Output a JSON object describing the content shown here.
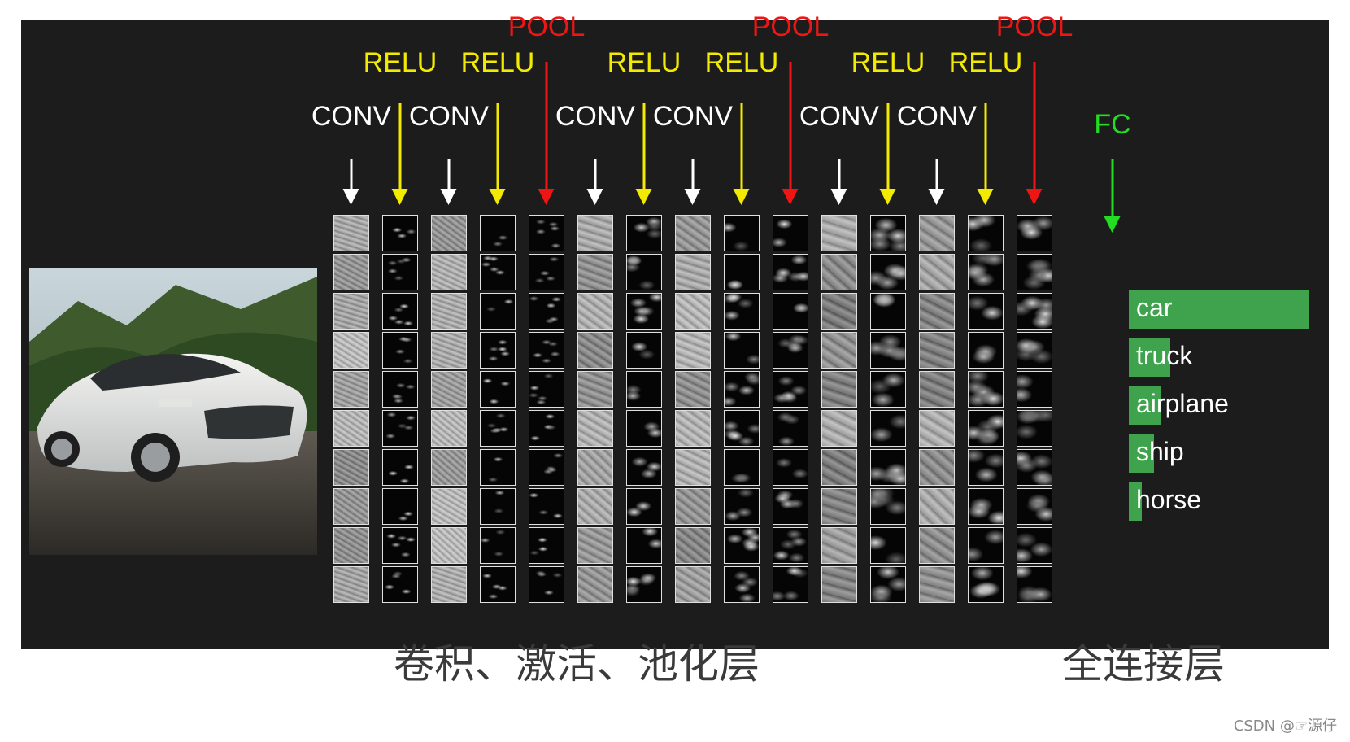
{
  "labels": {
    "conv": "CONV",
    "relu": "RELU",
    "pool": "POOL",
    "fc": "FC"
  },
  "pipeline": [
    {
      "type": "conv"
    },
    {
      "type": "relu"
    },
    {
      "type": "conv"
    },
    {
      "type": "relu"
    },
    {
      "type": "pool"
    },
    {
      "type": "conv"
    },
    {
      "type": "relu"
    },
    {
      "type": "conv"
    },
    {
      "type": "relu"
    },
    {
      "type": "pool"
    },
    {
      "type": "conv"
    },
    {
      "type": "relu"
    },
    {
      "type": "conv"
    },
    {
      "type": "relu"
    },
    {
      "type": "pool"
    }
  ],
  "feature_maps_per_layer": 10,
  "input_image": "white electric sedan car on road",
  "classes": [
    {
      "label": "car",
      "score": 1.0
    },
    {
      "label": "truck",
      "score": 0.23
    },
    {
      "label": "airplane",
      "score": 0.18
    },
    {
      "label": "ship",
      "score": 0.14
    },
    {
      "label": "horse",
      "score": 0.07
    }
  ],
  "captions": {
    "left": "卷积、激活、池化层",
    "right": "全连接层"
  },
  "watermark": "CSDN @☞源仔",
  "colors": {
    "background": "#1c1c1c",
    "conv": "#ffffff",
    "relu": "#f2ea00",
    "pool": "#ee1515",
    "fc": "#22dd22",
    "bar": "#3fa34d"
  }
}
